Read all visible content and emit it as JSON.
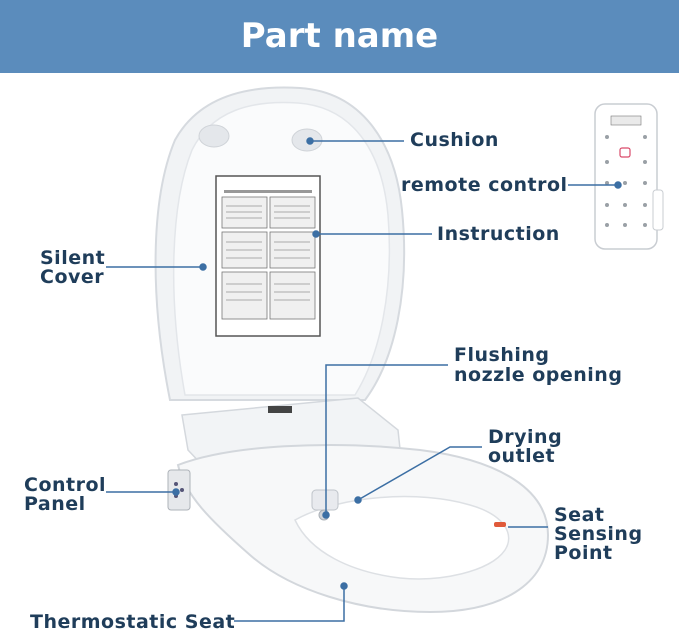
{
  "header": {
    "title": "Part name"
  },
  "labels": {
    "cushion": "Cushion",
    "remote_control": "remote control",
    "instruction": "Instruction",
    "silent_cover_1": "Silent",
    "silent_cover_2": "Cover",
    "flushing_1": "Flushing",
    "flushing_2": "nozzle opening",
    "drying_1": "Drying",
    "drying_2": "outlet",
    "control_panel_1": "Control",
    "control_panel_2": "Panel",
    "seat_sensing_1": "Seat",
    "seat_sensing_2": "Sensing",
    "seat_sensing_3": "Point",
    "thermostatic_seat": "Thermostatic Seat"
  },
  "colors": {
    "banner": "#5b8cbc",
    "label": "#1f3d5a",
    "leader": "#3c6fa4",
    "sensor": "#e05a3a"
  }
}
